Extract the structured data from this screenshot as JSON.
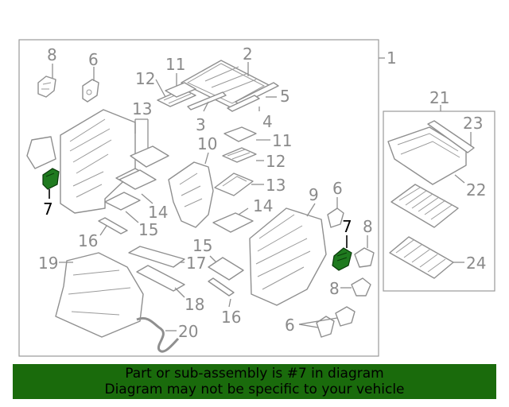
{
  "callouts": {
    "c1": "1",
    "c2": "2",
    "c3": "3",
    "c4": "4",
    "c5": "5",
    "c6a": "6",
    "c6b": "6",
    "c6c": "6",
    "c7a": "7",
    "c7b": "7",
    "c8a": "8",
    "c8b": "8",
    "c8c": "8",
    "c9": "9",
    "c10": "10",
    "c11a": "11",
    "c11b": "11",
    "c12a": "12",
    "c12b": "12",
    "c13a": "13",
    "c13b": "13",
    "c14a": "14",
    "c14b": "14",
    "c15a": "15",
    "c15b": "15",
    "c16a": "16",
    "c16b": "16",
    "c17": "17",
    "c18": "18",
    "c19": "19",
    "c20": "20",
    "c21": "21",
    "c22": "22",
    "c23": "23",
    "c24": "24"
  },
  "colors": {
    "highlight_part": "#1f7a1f",
    "banner_bg": "#1a6b0c",
    "callout_text": "#8a8a8a",
    "highlight_callout": "#000000"
  },
  "banner": {
    "line1": "Part or sub-assembly is #7 in diagram",
    "line2": "Diagram may not be specific to your vehicle"
  }
}
